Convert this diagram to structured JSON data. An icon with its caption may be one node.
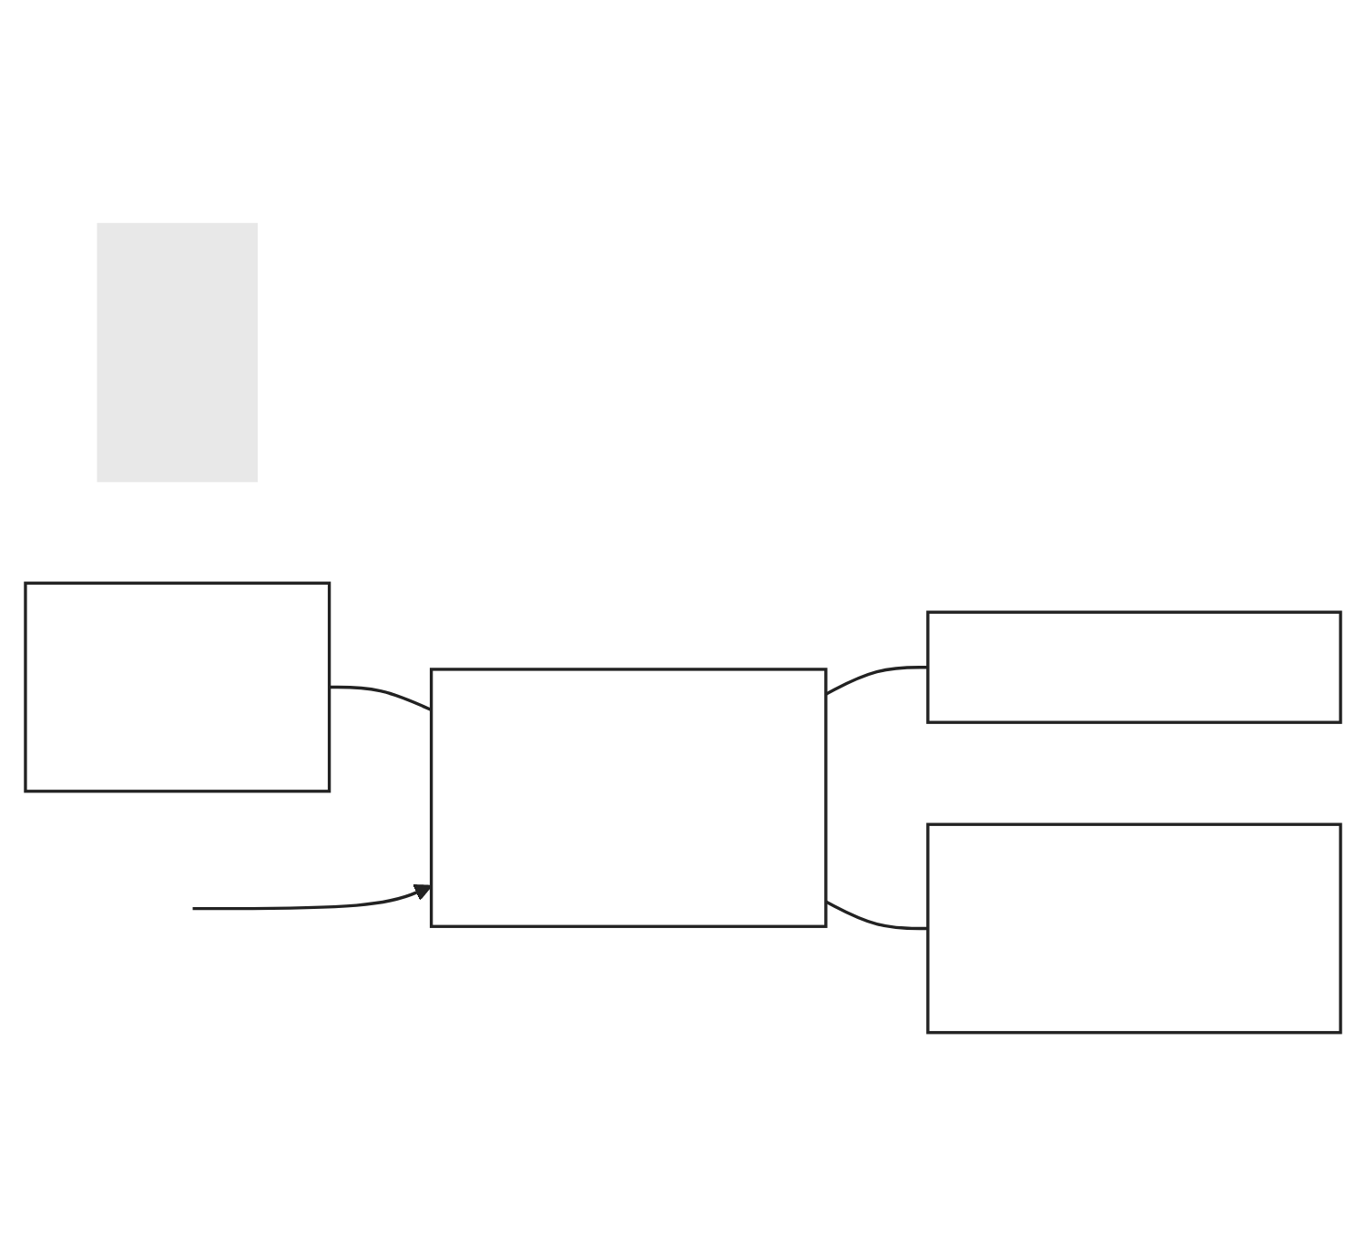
{
  "diagram": {
    "nodes": [
      {
        "text": [],
        "shape": "box"
      },
      {
        "text": [],
        "shape": "box"
      },
      {
        "text": [],
        "shape": "box"
      },
      {
        "text": [],
        "shape": "box"
      },
      {
        "text": [],
        "shape": "box"
      }
    ],
    "edges": [
      {
        "from": 1,
        "to": 2,
        "arrow": "none"
      },
      {
        "from": 2,
        "to": 3,
        "arrow": "none"
      },
      {
        "from": 2,
        "to": 4,
        "arrow": "none"
      },
      {
        "from": null,
        "to": 2,
        "arrow": "to"
      }
    ]
  }
}
